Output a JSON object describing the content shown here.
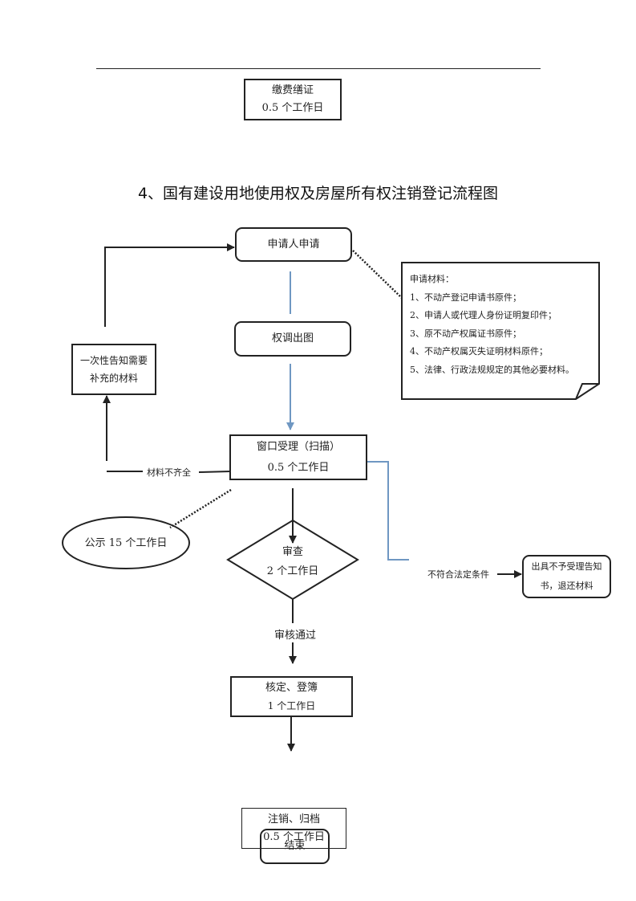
{
  "header_box": {
    "line1": "缴费缮证",
    "line2": "0.5 个工作日"
  },
  "title": "4、国有建设用地使用权及房屋所有权注销登记流程图",
  "nodes": {
    "apply": {
      "label": "申请人申请"
    },
    "survey": {
      "label": "权调出图"
    },
    "window": {
      "line1": "窗口受理（扫描）",
      "line2": "0.5 个工作日"
    },
    "review": {
      "line1": "审查",
      "line2": "2 个工作日"
    },
    "supplement": {
      "line1": "一次性告知需要",
      "line2": "补充的材料"
    },
    "publicity": {
      "label": "公示 15 个工作日"
    },
    "reject": {
      "line1": "出具不予受理告知",
      "line2": "书，退还材料"
    },
    "approve": {
      "line1": "核定、登簿",
      "line2": "1 个工作日"
    },
    "archive": {
      "line1": "注销、归档",
      "line2": "0.5 个工作日"
    },
    "end": {
      "label": "结束"
    }
  },
  "edge_labels": {
    "incomplete": "材料不齐全",
    "not_qualified": "不符合法定条件",
    "passed": "审核通过"
  },
  "materials_note": {
    "heading": "申请材料：",
    "items": [
      "1、不动产登记申请书原件；",
      "2、申请人或代理人身份证明复印件；",
      "3、原不动产权属证书原件；",
      "4、不动产权属灭失证明材料原件；",
      "5、法律、行政法规规定的其他必要材料。"
    ]
  },
  "colors": {
    "line": "#222222",
    "blue_connector": "#6f97c2"
  }
}
